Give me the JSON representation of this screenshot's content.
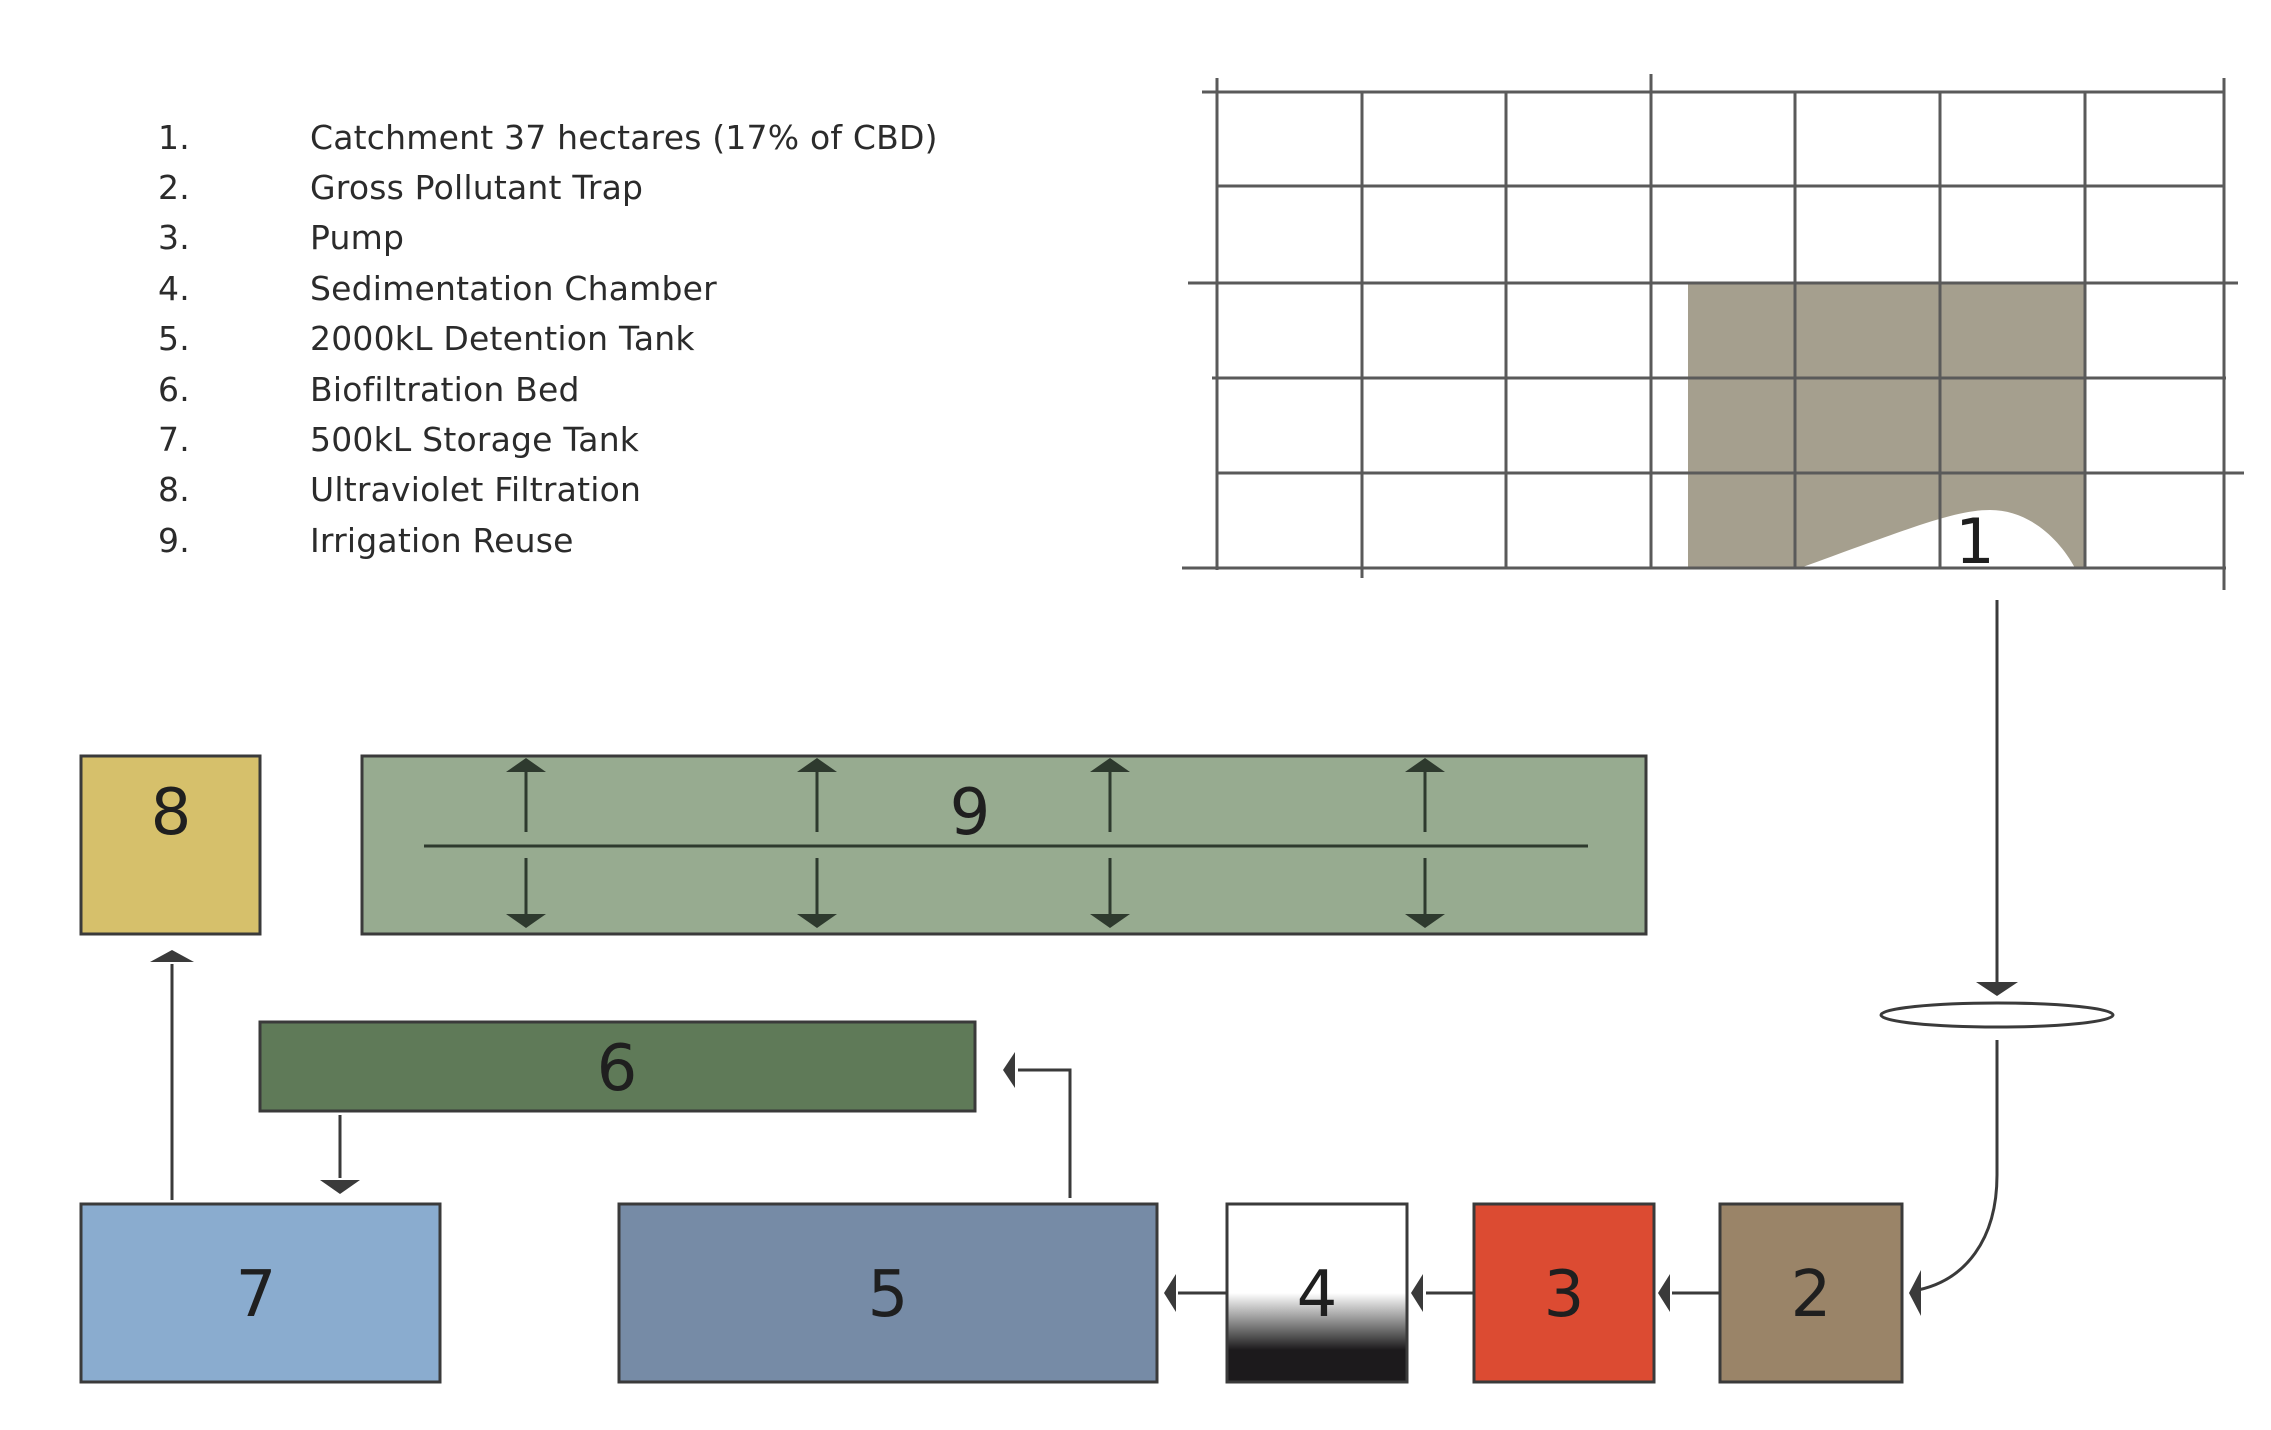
{
  "legend": [
    {
      "num": "1.",
      "text": "Catchment 37 hectares (17% of CBD)"
    },
    {
      "num": "2.",
      "text": "Gross Pollutant Trap"
    },
    {
      "num": "3.",
      "text": "Pump"
    },
    {
      "num": "4.",
      "text": "Sedimentation Chamber"
    },
    {
      "num": "5.",
      "text": "2000kL Detention Tank"
    },
    {
      "num": "6.",
      "text": "Biofiltration Bed"
    },
    {
      "num": "7.",
      "text": "500kL Storage Tank"
    },
    {
      "num": "8.",
      "text": "Ultraviolet Filtration"
    },
    {
      "num": "9.",
      "text": "Irrigation Reuse"
    }
  ],
  "catchment": {
    "label": "1",
    "color": "#a59f8e"
  },
  "stages": {
    "s2": {
      "label": "2",
      "color": "#9a8468"
    },
    "s3": {
      "label": "3",
      "color": "#dc4b32"
    },
    "s4": {
      "label": "4",
      "color": "#ffffff"
    },
    "s5": {
      "label": "5",
      "color": "#768ba6"
    },
    "s6": {
      "label": "6",
      "color": "#5f7a58"
    },
    "s7": {
      "label": "7",
      "color": "#8aaccf"
    },
    "s8": {
      "label": "8",
      "color": "#d6c06b"
    },
    "s9": {
      "label": "9",
      "color": "#97ab90"
    }
  },
  "colors": {
    "line": "#3a3a3a",
    "grid": "#5a5a5a"
  }
}
